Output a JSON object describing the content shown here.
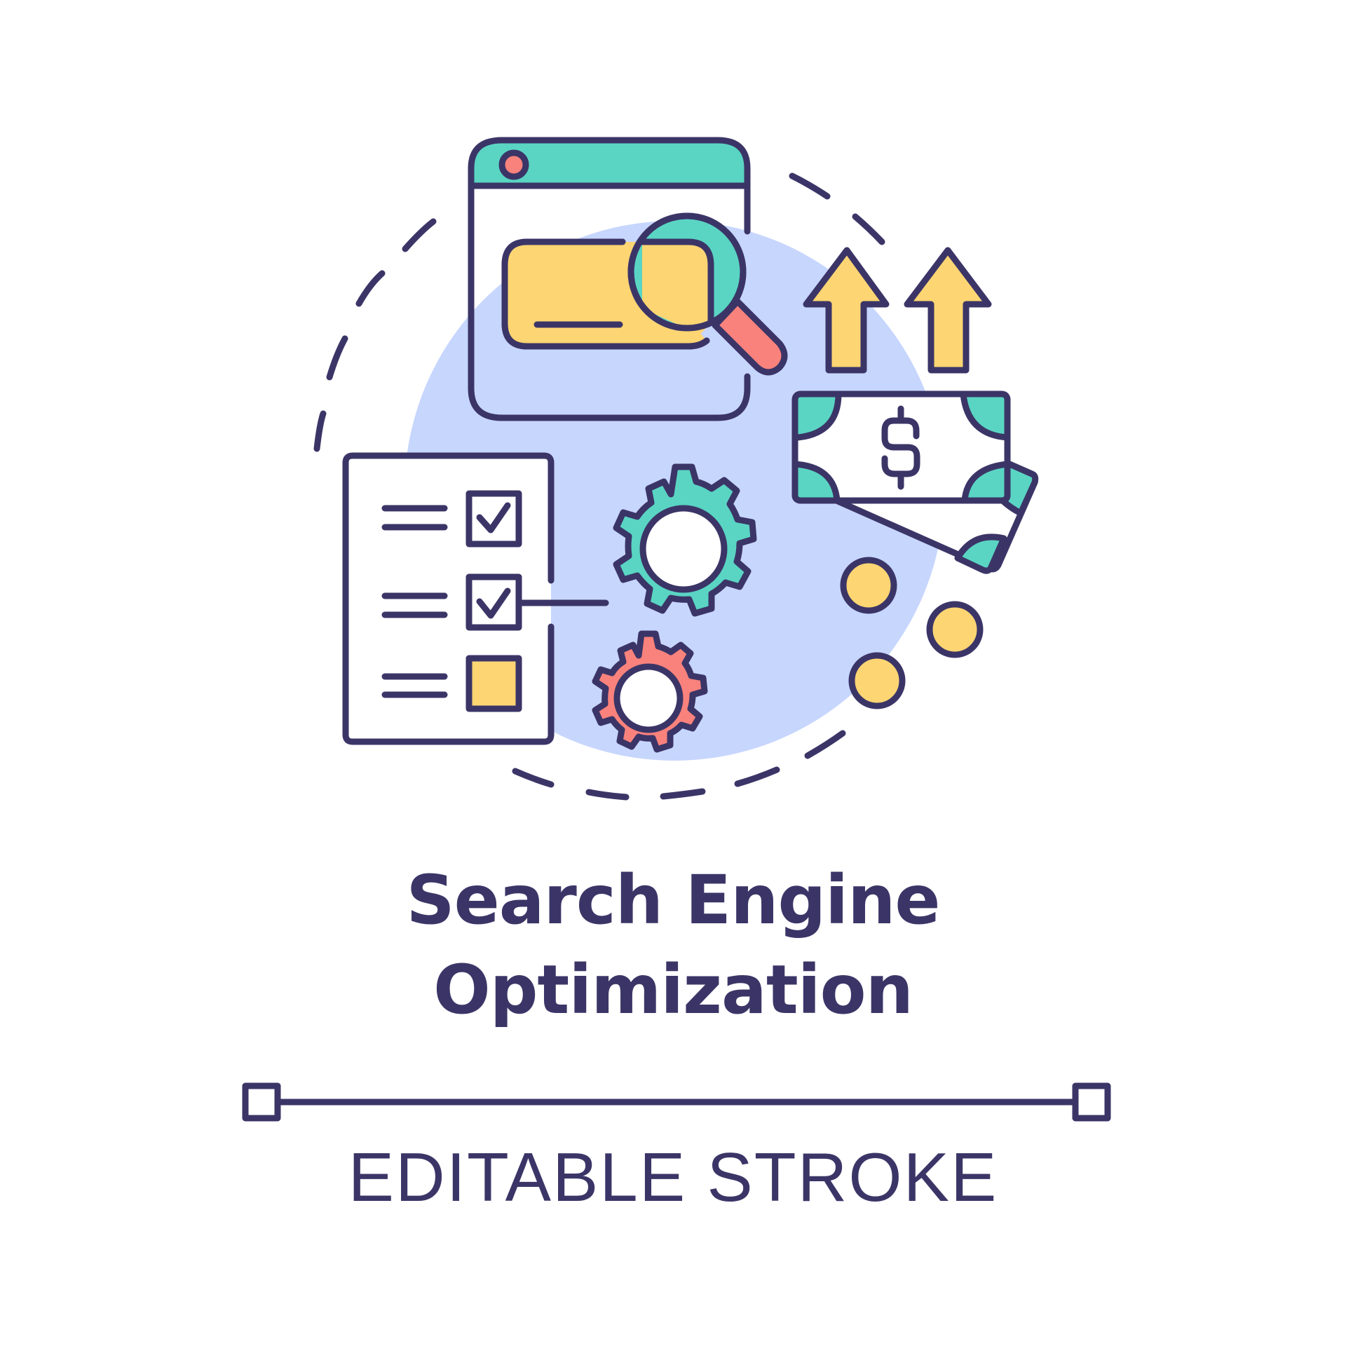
{
  "title": {
    "line1": "Search Engine",
    "line2": "Optimization"
  },
  "caption": "EDITABLE STROKE",
  "colors": {
    "stroke": "#3b3567",
    "teal": "#5ad5c3",
    "yellow": "#fdd573",
    "coral": "#fa827c",
    "lavender": "#c7d6fd",
    "background": "#ffffff"
  },
  "icons": [
    "browser-window-icon",
    "magnifier-icon",
    "arrow-up-icon",
    "banknote-icon",
    "dollar-sign-icon",
    "checklist-icon",
    "gear-icon",
    "coin-icon"
  ]
}
